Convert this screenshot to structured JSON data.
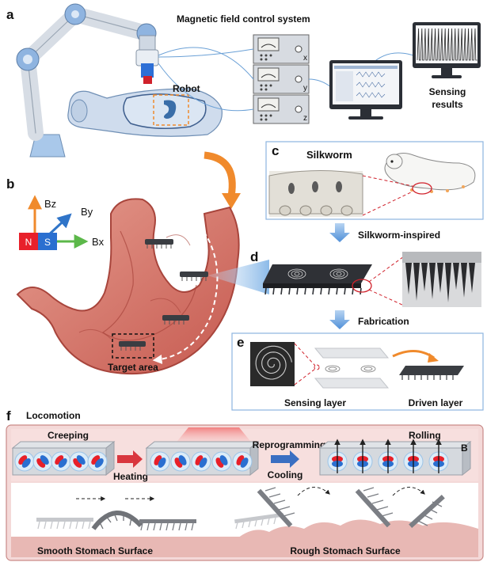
{
  "panels": {
    "a": "a",
    "b": "b",
    "c": "c",
    "d": "d",
    "e": "e",
    "f": "f"
  },
  "a": {
    "magnetic_title": "Magnetic field control system",
    "axis_x": "x",
    "axis_y": "y",
    "axis_z": "z",
    "robot": "Robot",
    "sensing_line1": "Sensing",
    "sensing_line2": "results"
  },
  "b": {
    "bz": "Bz",
    "by": "By",
    "bx": "Bx",
    "n": "N",
    "s": "S",
    "target": "Target area"
  },
  "c": {
    "silkworm": "Silkworm"
  },
  "d": {
    "inspired": "Silkworm-inspired"
  },
  "e": {
    "fabrication": "Fabrication",
    "sensing_layer": "Sensing layer",
    "driven_layer": "Driven layer"
  },
  "f": {
    "locomotion": "Locomotion",
    "creeping": "Creeping",
    "heating": "Heating",
    "reprogramming": "Reprogramming",
    "cooling": "Cooling",
    "rolling": "Rolling",
    "b_field": "B",
    "smooth": "Smooth Stomach Surface",
    "rough": "Rough Stomach Surface"
  },
  "colors": {
    "north": "#e8202a",
    "south": "#2a6fd0",
    "bz_arrow": "#f08a2c",
    "by_arrow": "#2f74c8",
    "bx_arrow": "#5cb84a",
    "stomach": "#d9746a",
    "panel_border": "#8db4e0",
    "bottom_bg": "#f4d9d8",
    "heating_arrow": "#d9363e",
    "reprog_arrow": "#3a6fc2"
  }
}
